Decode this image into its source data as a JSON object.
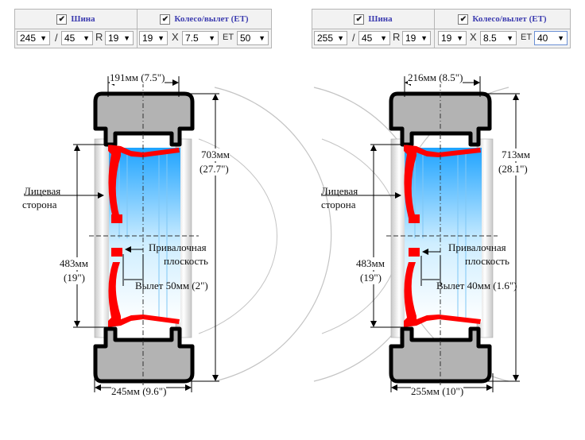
{
  "left": {
    "header": {
      "tire": "Шина",
      "wheel": "Колесо/вылет (ET)"
    },
    "tire_width": "245",
    "profile": "45",
    "r_label": "R",
    "rim": "19",
    "wheel_rim": "19",
    "x_label": "X",
    "wheel_width": "7.5",
    "et_label": "ET",
    "et": "50",
    "dims": {
      "top_width": "191мм (7.5\")",
      "outer_diameter_mm": "703мм",
      "outer_diameter_in": "(27.7\")",
      "rim_diameter_mm": "483мм",
      "rim_diameter_in": "(19\")",
      "bottom_width": "245мм (9.6\")",
      "offset": "Вылет 50мм (2\")"
    }
  },
  "right": {
    "header": {
      "tire": "Шина",
      "wheel": "Колесо/вылет (ET)"
    },
    "tire_width": "255",
    "profile": "45",
    "r_label": "R",
    "rim": "19",
    "wheel_rim": "19",
    "x_label": "X",
    "wheel_width": "8.5",
    "et_label": "ET",
    "et": "40",
    "dims": {
      "top_width": "216мм (8.5\")",
      "outer_diameter_mm": "713мм",
      "outer_diameter_in": "(28.1\")",
      "rim_diameter_mm": "483мм",
      "rim_diameter_in": "(19\")",
      "bottom_width": "255мм (10\")",
      "offset": "Вылет 40мм (1.6\")"
    }
  },
  "labels": {
    "face_line1": "Лицевая",
    "face_line2": "сторона",
    "mount_line1": "Привалочная",
    "mount_line2": "плоскость"
  },
  "colors": {
    "rim": "#ff0000",
    "tire": "#b3b3b3",
    "tire_outline": "#000000",
    "inner_gradient_top": "#22aaff",
    "panel_header_text": "#3d3db0"
  }
}
